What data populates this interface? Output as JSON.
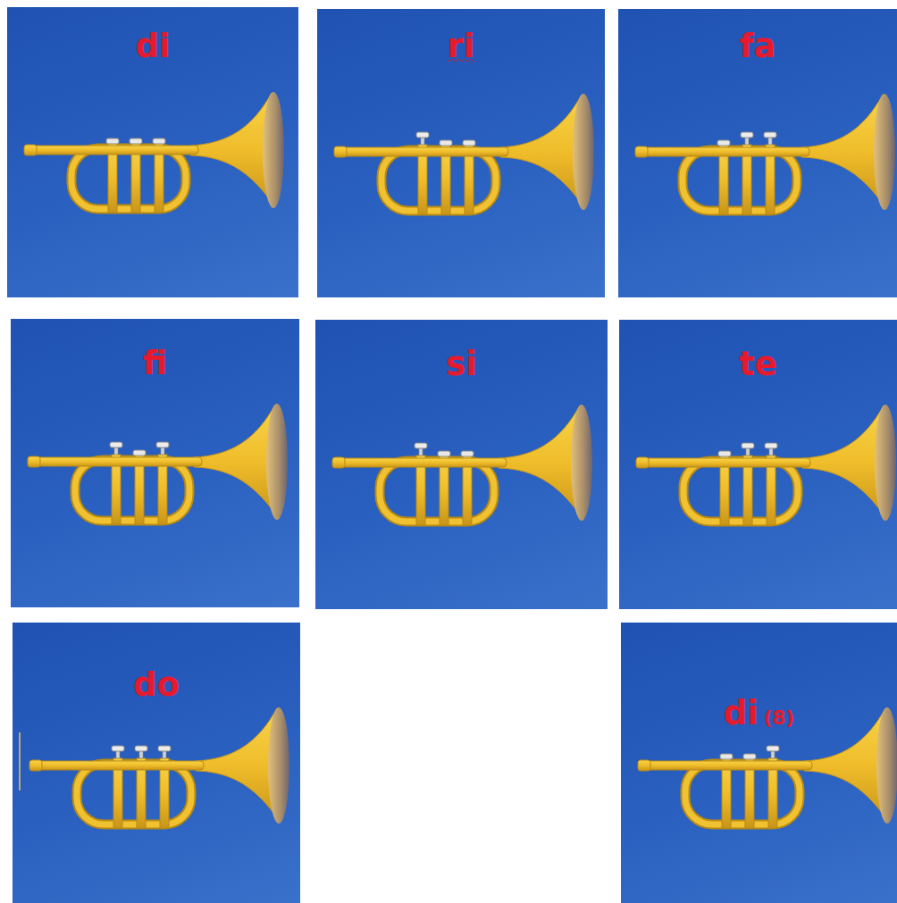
{
  "diagram": {
    "nodes": [
      {
        "text": [
          "di"
        ]
      },
      {
        "text": [
          "ri"
        ]
      },
      {
        "text": [
          "fa"
        ]
      },
      {
        "text": [
          "fi"
        ]
      },
      {
        "text": [
          "si"
        ]
      },
      {
        "text": [
          "te"
        ]
      },
      {
        "text": [
          "do"
        ]
      },
      {
        "text": [
          "di",
          "(8)"
        ]
      }
    ]
  }
}
